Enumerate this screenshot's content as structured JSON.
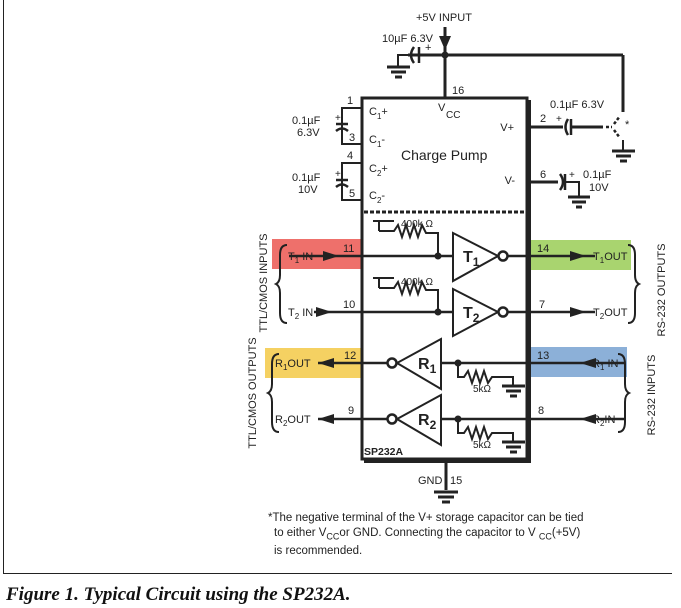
{
  "figure": {
    "caption": "Figure 1. Typical Circuit using the SP232A.",
    "chip_name": "SP232A",
    "block_label": "Charge Pump"
  },
  "power": {
    "input_label": "+5V INPUT",
    "input_cap": "10µF 6.3V",
    "vcc_label": "V",
    "vcc_sub": "CC",
    "vcc_pin": "16",
    "gnd_label": "GND",
    "gnd_pin": "15"
  },
  "charge_pump": {
    "pins": [
      {
        "num": "1",
        "label": "C",
        "sub": "1",
        "sup": "+"
      },
      {
        "num": "3",
        "label": "C",
        "sub": "1",
        "sup": "-"
      },
      {
        "num": "4",
        "label": "C",
        "sub": "2",
        "sup": "+"
      },
      {
        "num": "5",
        "label": "C",
        "sub": "2",
        "sup": "-"
      }
    ],
    "cap1": {
      "value": "0.1µF",
      "voltage": "6.3V"
    },
    "cap2": {
      "value": "0.1µF",
      "voltage": "10V"
    },
    "vplus": {
      "label": "V+",
      "pin": "2",
      "cap": "0.1µF 6.3V"
    },
    "vminus": {
      "label": "V-",
      "pin": "6",
      "cap_value": "0.1µF",
      "cap_voltage": "10V"
    },
    "star": "*"
  },
  "drivers": [
    {
      "name": "T",
      "sub": "1",
      "in_label": "IN",
      "in_pin": "11",
      "out_label": "OUT",
      "out_pin": "14",
      "resistor": "400k Ω"
    },
    {
      "name": "T",
      "sub": "2",
      "in_label": "IN",
      "in_pin": "10",
      "out_label": "OUT",
      "out_pin": "7",
      "resistor": "400k Ω"
    }
  ],
  "receivers": [
    {
      "name": "R",
      "sub": "1",
      "in_label": "IN",
      "in_pin": "13",
      "out_label": "OUT",
      "out_pin": "12",
      "resistor": "5kΩ"
    },
    {
      "name": "R",
      "sub": "2",
      "in_label": "IN",
      "in_pin": "8",
      "out_label": "OUT",
      "out_pin": "9",
      "resistor": "5kΩ"
    }
  ],
  "groups": {
    "ttl_inputs": "TTL/CMOS INPUTS",
    "ttl_outputs": "TTL/CMOS OUTPUTS",
    "rs232_outputs": "RS-232 OUTPUTS",
    "rs232_inputs": "RS-232 INPUTS"
  },
  "highlights": {
    "t1_in": "#e8403a",
    "t1_out": "#8cc63f",
    "r1_out": "#f2c12e",
    "r1_in": "#5b8fc7"
  },
  "note": {
    "line1": "*The negative terminal of the V+ storage capacitor can be tied",
    "line2a": "to either V",
    "line2sub": "CC",
    "line2b": "or GND. Connecting the capacitor to V ",
    "line2sub2": "CC",
    "line2c": "(+5V)",
    "line3": "is recommended."
  }
}
